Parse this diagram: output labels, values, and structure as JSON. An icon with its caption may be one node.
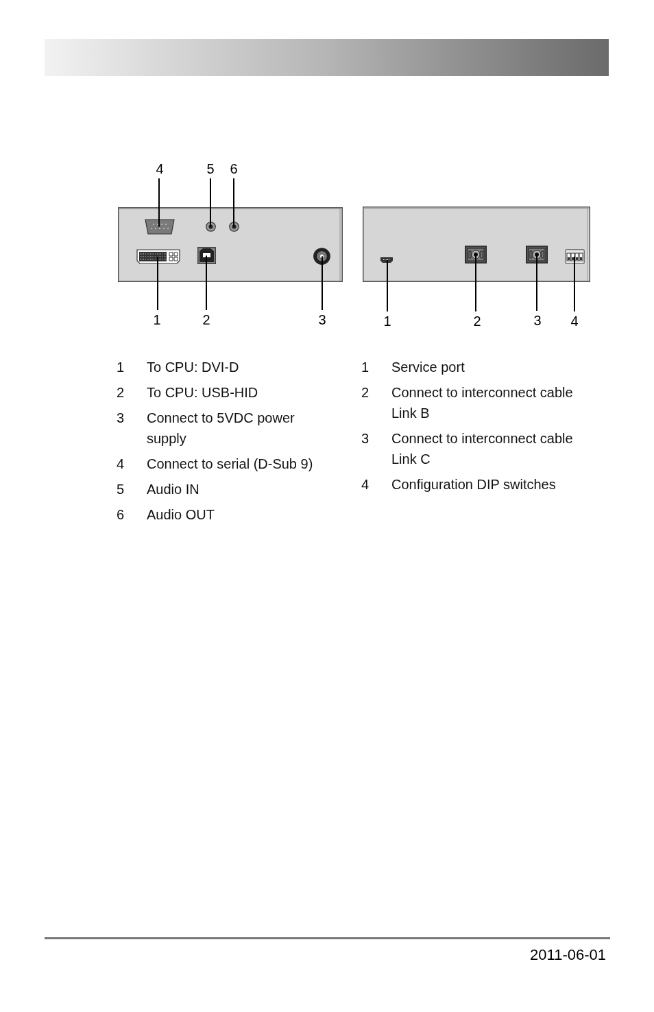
{
  "diagram": {
    "nodes": [
      {
        "text": [],
        "shape": "box"
      },
      {
        "text": [],
        "shape": "box",
        "in": 0
      },
      {
        "text": [],
        "shape": "circle",
        "in": 0
      },
      {
        "text": [],
        "shape": "circle",
        "in": 0
      },
      {
        "text": [],
        "shape": "box",
        "in": 0
      },
      {
        "text": [],
        "shape": "box",
        "in": 0
      },
      {
        "text": [],
        "shape": "circle",
        "in": 0
      },
      {
        "text": [
          "4"
        ]
      },
      {
        "text": [
          "5"
        ]
      },
      {
        "text": [
          "6"
        ]
      },
      {
        "text": [
          "1"
        ]
      },
      {
        "text": [
          "2"
        ]
      },
      {
        "text": [
          "3"
        ]
      },
      {
        "text": [],
        "shape": "box"
      },
      {
        "text": [],
        "shape": "box",
        "in": 13
      },
      {
        "text": [],
        "shape": "box",
        "in": 13
      },
      {
        "text": [],
        "shape": "box",
        "in": 13
      },
      {
        "text": [],
        "shape": "box",
        "in": 13
      },
      {
        "text": [
          "1"
        ]
      },
      {
        "text": [
          "2"
        ]
      },
      {
        "text": [
          "3"
        ]
      },
      {
        "text": [
          "4"
        ]
      }
    ],
    "edges": [
      {
        "from": 7,
        "to": 1,
        "arrow": "none"
      },
      {
        "from": 8,
        "to": 2,
        "arrow": "none"
      },
      {
        "from": 9,
        "to": 3,
        "arrow": "none"
      },
      {
        "from": 10,
        "to": 4,
        "arrow": "none"
      },
      {
        "from": 11,
        "to": 5,
        "arrow": "none"
      },
      {
        "from": 12,
        "to": 6,
        "arrow": "none"
      },
      {
        "from": 18,
        "to": 14,
        "arrow": "none"
      },
      {
        "from": 19,
        "to": 15,
        "arrow": "none"
      },
      {
        "from": 20,
        "to": 16,
        "arrow": "none"
      },
      {
        "from": 21,
        "to": 17,
        "arrow": "none"
      }
    ],
    "labels": [
      "1",
      "To CPU: DVI-D",
      "2",
      "To CPU: USB-HID",
      "3",
      "Connect to 5VDC power supply",
      "4",
      "Connect to serial (D-Sub 9)",
      "5",
      "Audio IN",
      "6",
      "Audio OUT",
      "1",
      "Service port",
      "2",
      "Connect to interconnect cable Link B",
      "3",
      "Connect to interconnect cable Link C",
      "4",
      "Configuration DIP switches",
      "2011-06-01"
    ]
  }
}
